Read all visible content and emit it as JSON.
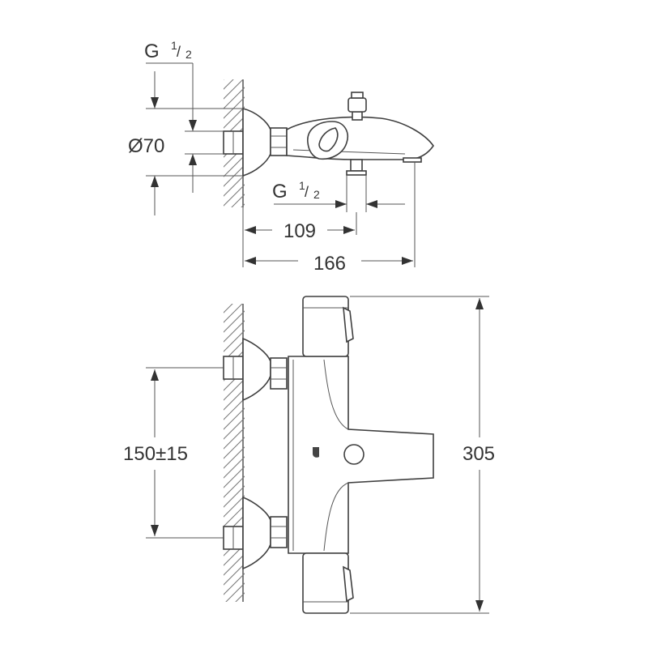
{
  "labels": {
    "thread_top": {
      "main": "G",
      "sup": "1",
      "sub": "2"
    },
    "diameter": "Ø70",
    "thread_spout": {
      "main": "G",
      "sup": "1",
      "sub": "2"
    },
    "dim_109": "109",
    "dim_166": "166",
    "dim_centres": "150±15",
    "dim_height": "305"
  },
  "colors": {
    "line": "#4a4a4a",
    "text": "#333333",
    "background": "#ffffff"
  }
}
